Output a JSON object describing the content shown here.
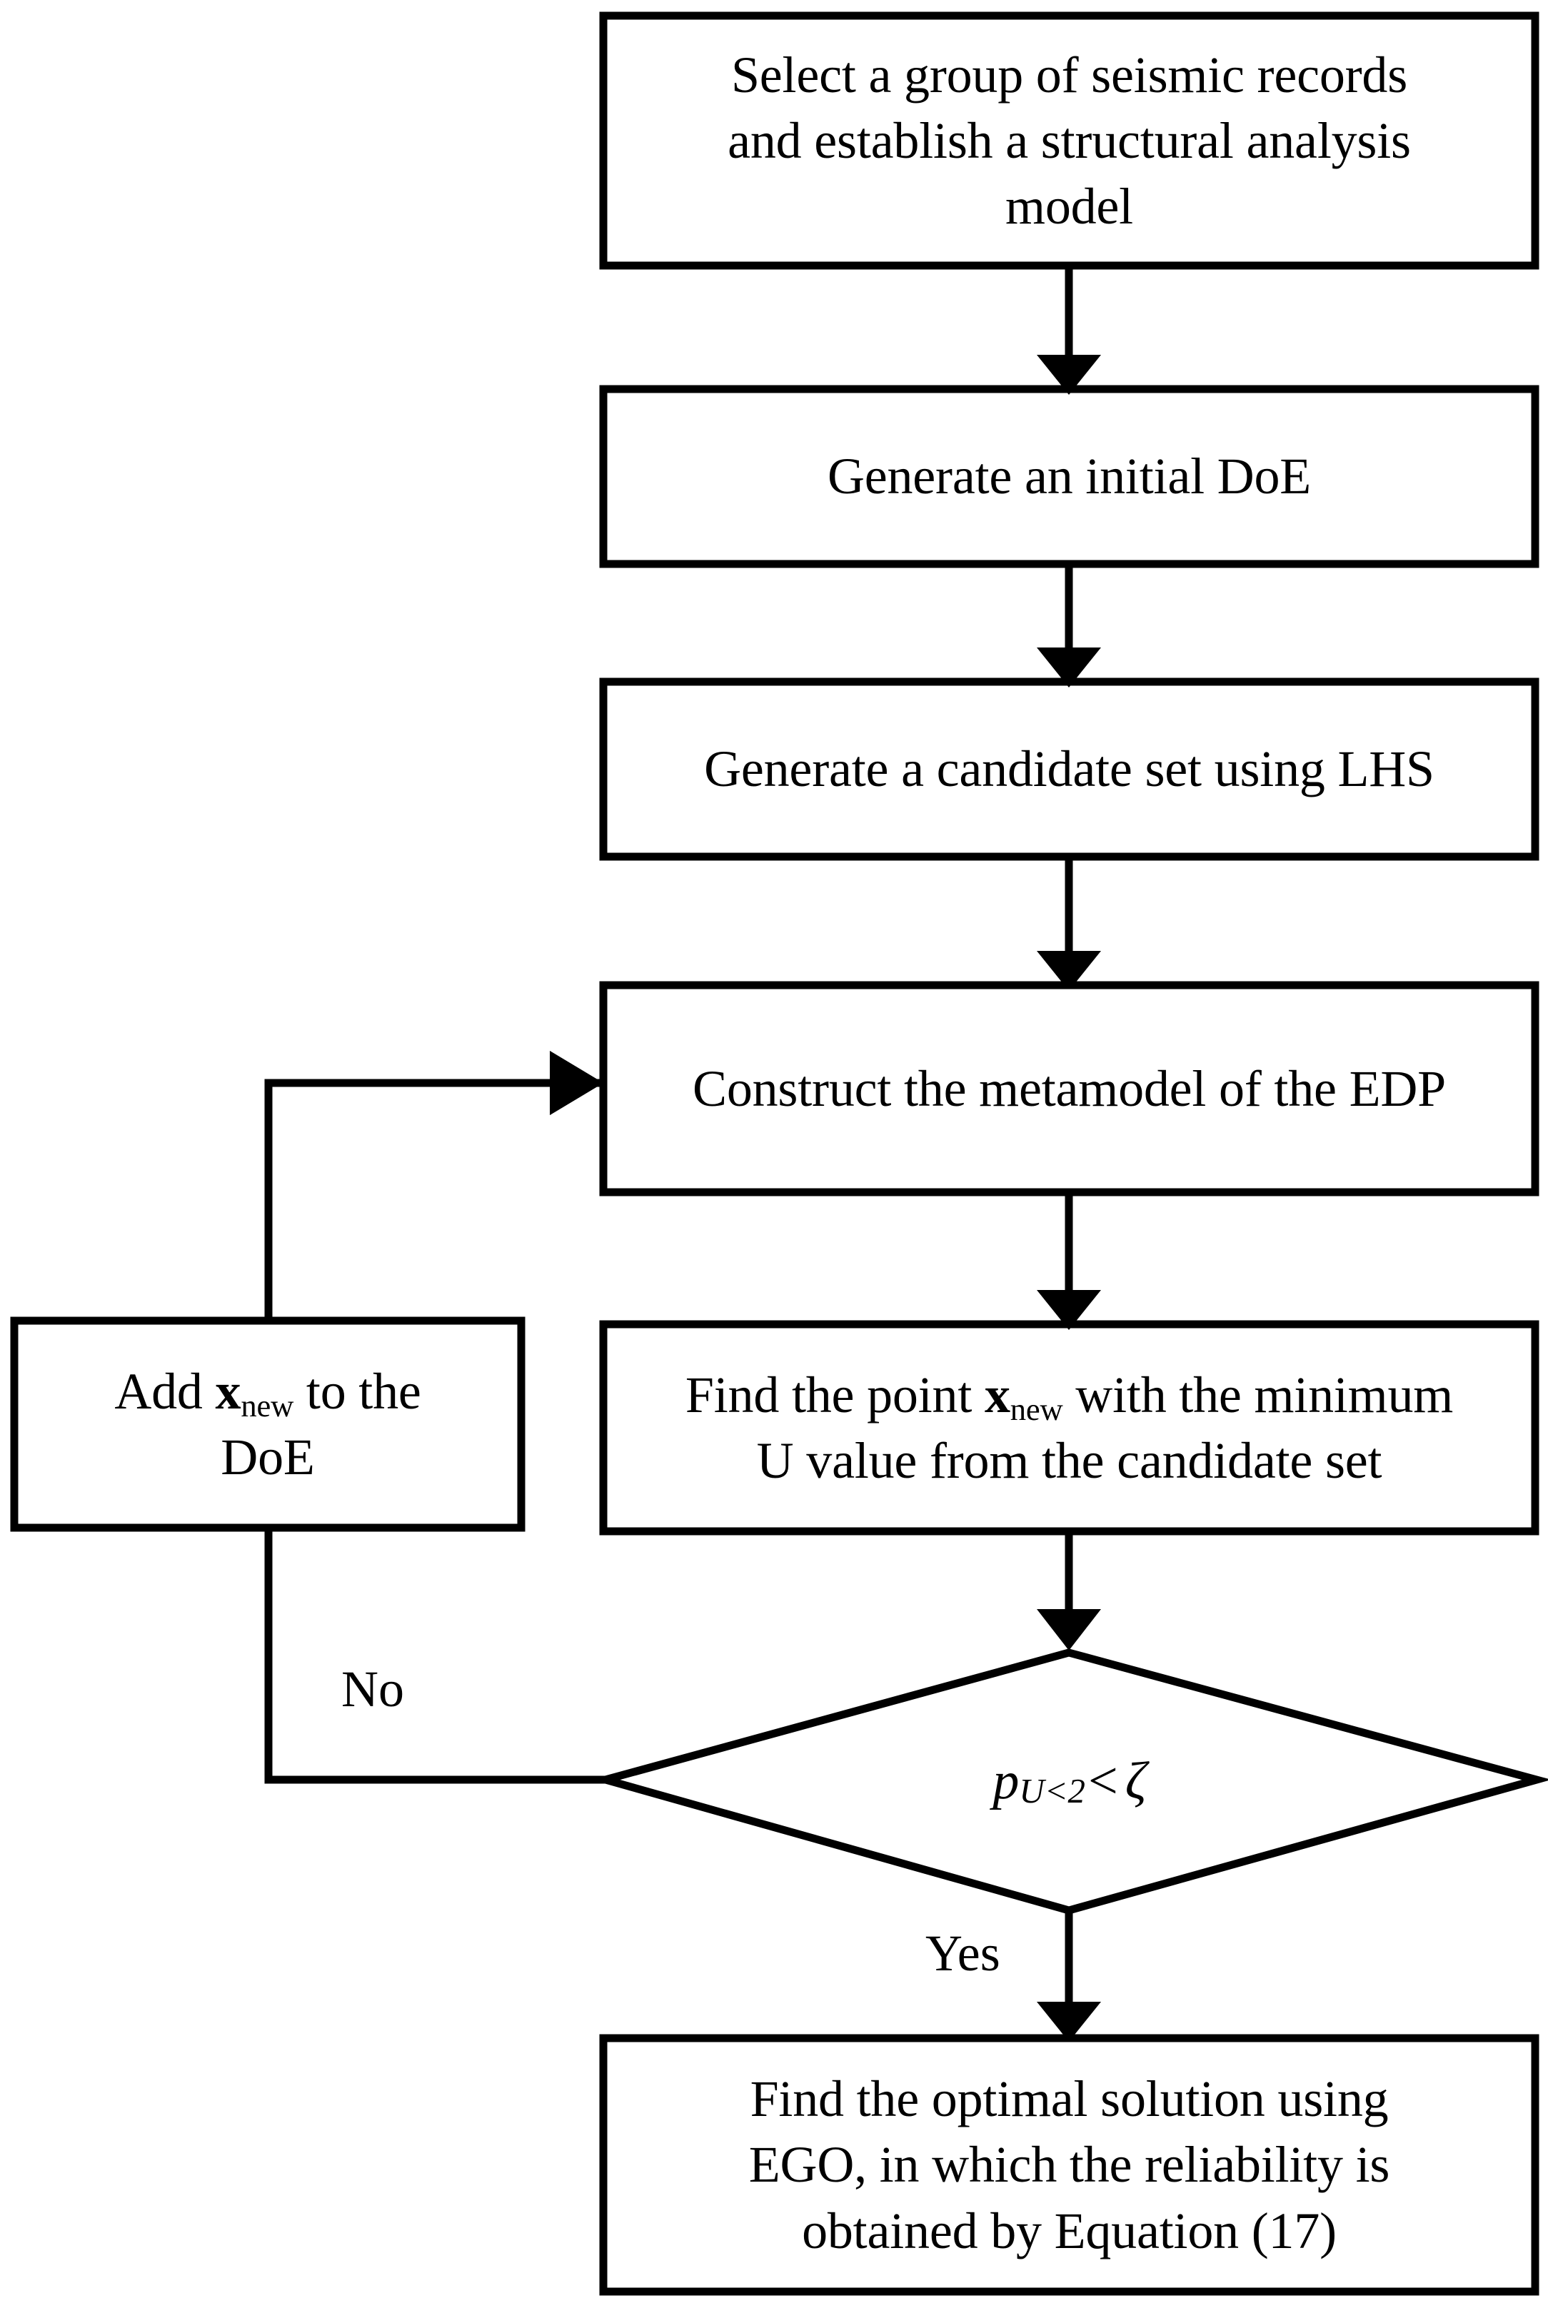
{
  "diagram": {
    "type": "flowchart",
    "title": "Adaptive metamodel-based seismic reliability optimization flowchart",
    "background_color": "#FFFFFF",
    "line_color": "#000000",
    "text_color": "#000000",
    "nodes": [
      {
        "id": "n1",
        "shape": "process",
        "lines": [
          "Select a group of seismic records",
          "and establish a structural analysis",
          "model"
        ]
      },
      {
        "id": "n2",
        "shape": "process",
        "lines": [
          "Generate an initial DoE"
        ]
      },
      {
        "id": "n3",
        "shape": "process",
        "lines": [
          "Generate a candidate set using LHS"
        ]
      },
      {
        "id": "n4",
        "shape": "process",
        "lines": [
          "Construct the metamodel of the EDP"
        ]
      },
      {
        "id": "n5",
        "shape": "process",
        "line1_a": "Find the point ",
        "line1_vec": "x",
        "line1_sub": "new",
        "line1_b": " with the minimum",
        "line2": "U value from the candidate set"
      },
      {
        "id": "n6",
        "shape": "process",
        "line1_a": "Add ",
        "line1_vec": "x",
        "line1_sub": "new",
        "line1_b": " to the",
        "line2": "DoE"
      },
      {
        "id": "n7",
        "shape": "decision",
        "formula_p": "p",
        "formula_sub": "U<2",
        "formula_rel": "<",
        "formula_zeta": "ζ"
      },
      {
        "id": "n8",
        "shape": "process",
        "lines": [
          "Find the optimal solution using",
          "EGO, in which the reliability is",
          "obtained by Equation (17)"
        ]
      }
    ],
    "edge_labels": {
      "no": "No",
      "yes": "Yes"
    }
  }
}
